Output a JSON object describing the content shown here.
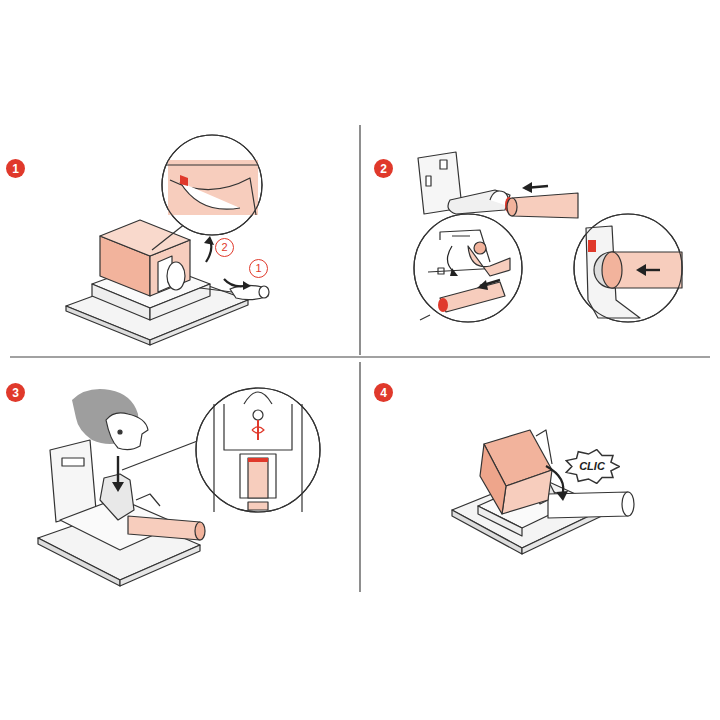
{
  "diagram": {
    "nodes": [
      {
        "text": [
          "1"
        ]
      },
      {
        "text": [
          "2"
        ]
      },
      {
        "text": [
          "1"
        ]
      },
      {
        "text": [
          "2"
        ]
      },
      {
        "text": [
          "3"
        ]
      },
      {
        "text": [
          "4"
        ]
      },
      {
        "text": [
          "CLIC"
        ]
      }
    ]
  }
}
